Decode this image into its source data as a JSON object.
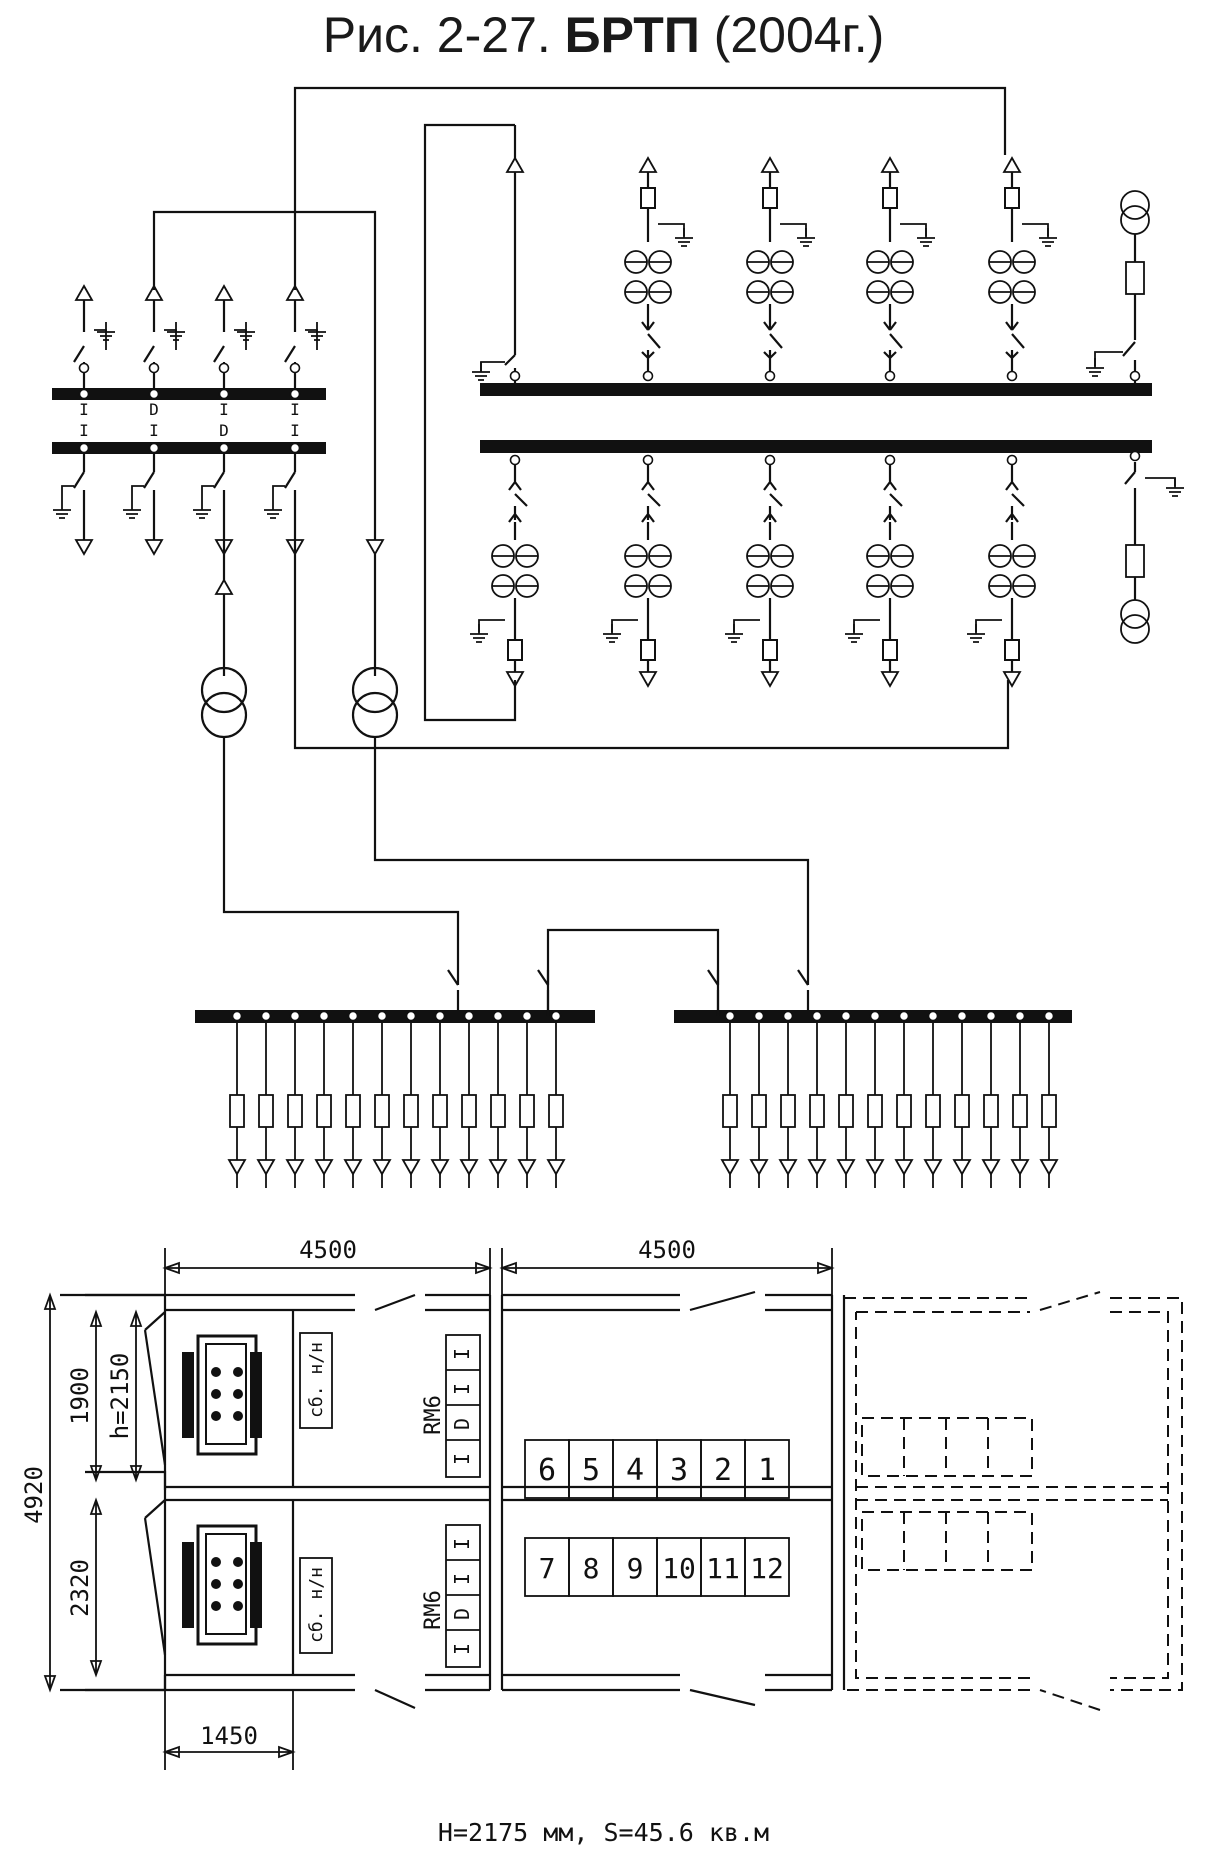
{
  "title": {
    "prefix": "Рис. 2-27.",
    "bold": "БРТП",
    "suffix": "(2004г.)"
  },
  "rm6_left_labels": {
    "top": [
      "I",
      "D",
      "I",
      "I"
    ],
    "bottom": [
      "I",
      "I",
      "D",
      "I"
    ]
  },
  "plan": {
    "dim_width_1": "4500",
    "dim_width_2": "4500",
    "dim_total_height": "4920",
    "dim_room1_height": "1900",
    "dim_room2_height": "2320",
    "dim_transformer_h": "h=2150",
    "dim_bottom": "1450",
    "lv_panel_label": "сб. н/н",
    "rm6_label": "RM6",
    "rm6_cells_upper": [
      "I",
      "D",
      "I",
      "I"
    ],
    "rm6_cells_lower": [
      "I",
      "D",
      "I",
      "I"
    ],
    "cabinets_upper": [
      "6",
      "5",
      "4",
      "3",
      "2",
      "1"
    ],
    "cabinets_lower": [
      "7",
      "8",
      "9",
      "10",
      "11",
      "12"
    ]
  },
  "caption": "H=2175 мм, S=45.6 кв.м"
}
